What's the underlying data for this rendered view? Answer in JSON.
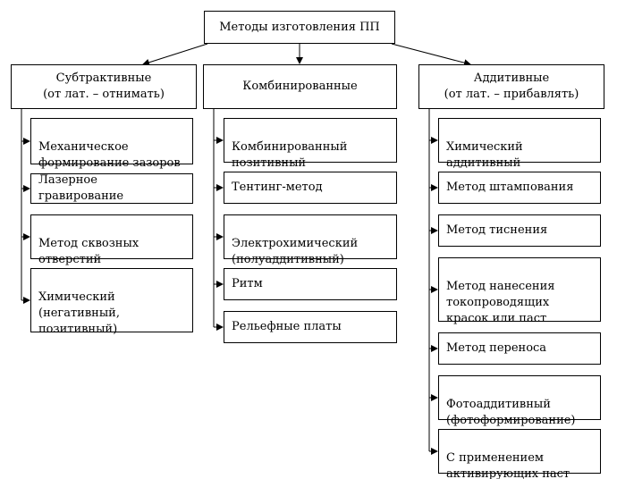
{
  "root": {
    "label": "Методы изготовления ПП"
  },
  "categories": [
    {
      "label": "Субтрактивные\n(от лат. – отнимать)",
      "items": [
        "Механическое\nформирование зазоров",
        "Лазерное гравирование",
        "Метод сквозных\nотверстий",
        "Химический\n(негативный,\nпозитивный)"
      ]
    },
    {
      "label": "Комбинированные",
      "items": [
        "Комбинированный\nпозитивный",
        "Тентинг-метод",
        "Электрохимический\n(полуаддитивный)",
        "Ритм",
        "Рельефные платы"
      ]
    },
    {
      "label": "Аддитивные\n(от лат. – прибавлять)",
      "items": [
        "Химический\nаддитивный",
        "Метод штампования",
        "Метод тиснения",
        "Метод нанесения\nтокопроводящих\nкрасок или паст",
        "Метод переноса",
        "Фотоаддитивный\n(фотоформирование)",
        "С применением\nактивирующих паст"
      ]
    }
  ]
}
